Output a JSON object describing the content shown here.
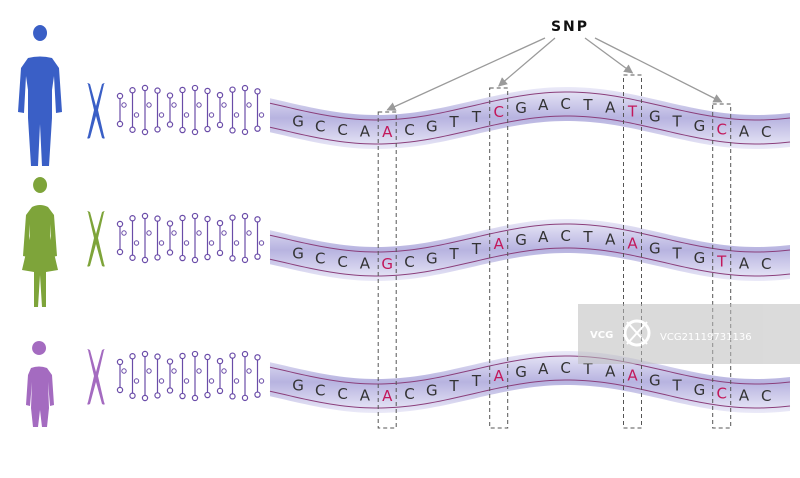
{
  "snp_label": "SNP",
  "colors": {
    "person1": "#3a5fc6",
    "person2": "#7ea43a",
    "person3": "#a46bc0",
    "strand_fill": "#c6c3e7",
    "strand_edge": "#8b3f7b",
    "base_text": "#333333",
    "snp_text": "#c2185b",
    "arrow": "#9a9a9a",
    "dna_ladder": "#6a4ca8"
  },
  "rows": [
    {
      "figure": "adult-man",
      "sequence": [
        "G",
        "C",
        "C",
        "A",
        "A",
        "C",
        "G",
        "T",
        "T",
        "C",
        "G",
        "A",
        "C",
        "T",
        "A",
        "T",
        "G",
        "T",
        "G",
        "C",
        "A",
        "C"
      ]
    },
    {
      "figure": "adult-woman",
      "sequence": [
        "G",
        "C",
        "C",
        "A",
        "G",
        "C",
        "G",
        "T",
        "T",
        "A",
        "G",
        "A",
        "C",
        "T",
        "A",
        "A",
        "G",
        "T",
        "G",
        "T",
        "A",
        "C"
      ]
    },
    {
      "figure": "child",
      "sequence": [
        "G",
        "C",
        "C",
        "A",
        "A",
        "C",
        "G",
        "T",
        "T",
        "A",
        "G",
        "A",
        "C",
        "T",
        "A",
        "A",
        "G",
        "T",
        "G",
        "C",
        "A",
        "C"
      ]
    }
  ],
  "snp_positions": [
    4,
    9,
    15,
    19
  ],
  "watermark": {
    "logo": "VCG",
    "text": "VCG21119731136"
  }
}
